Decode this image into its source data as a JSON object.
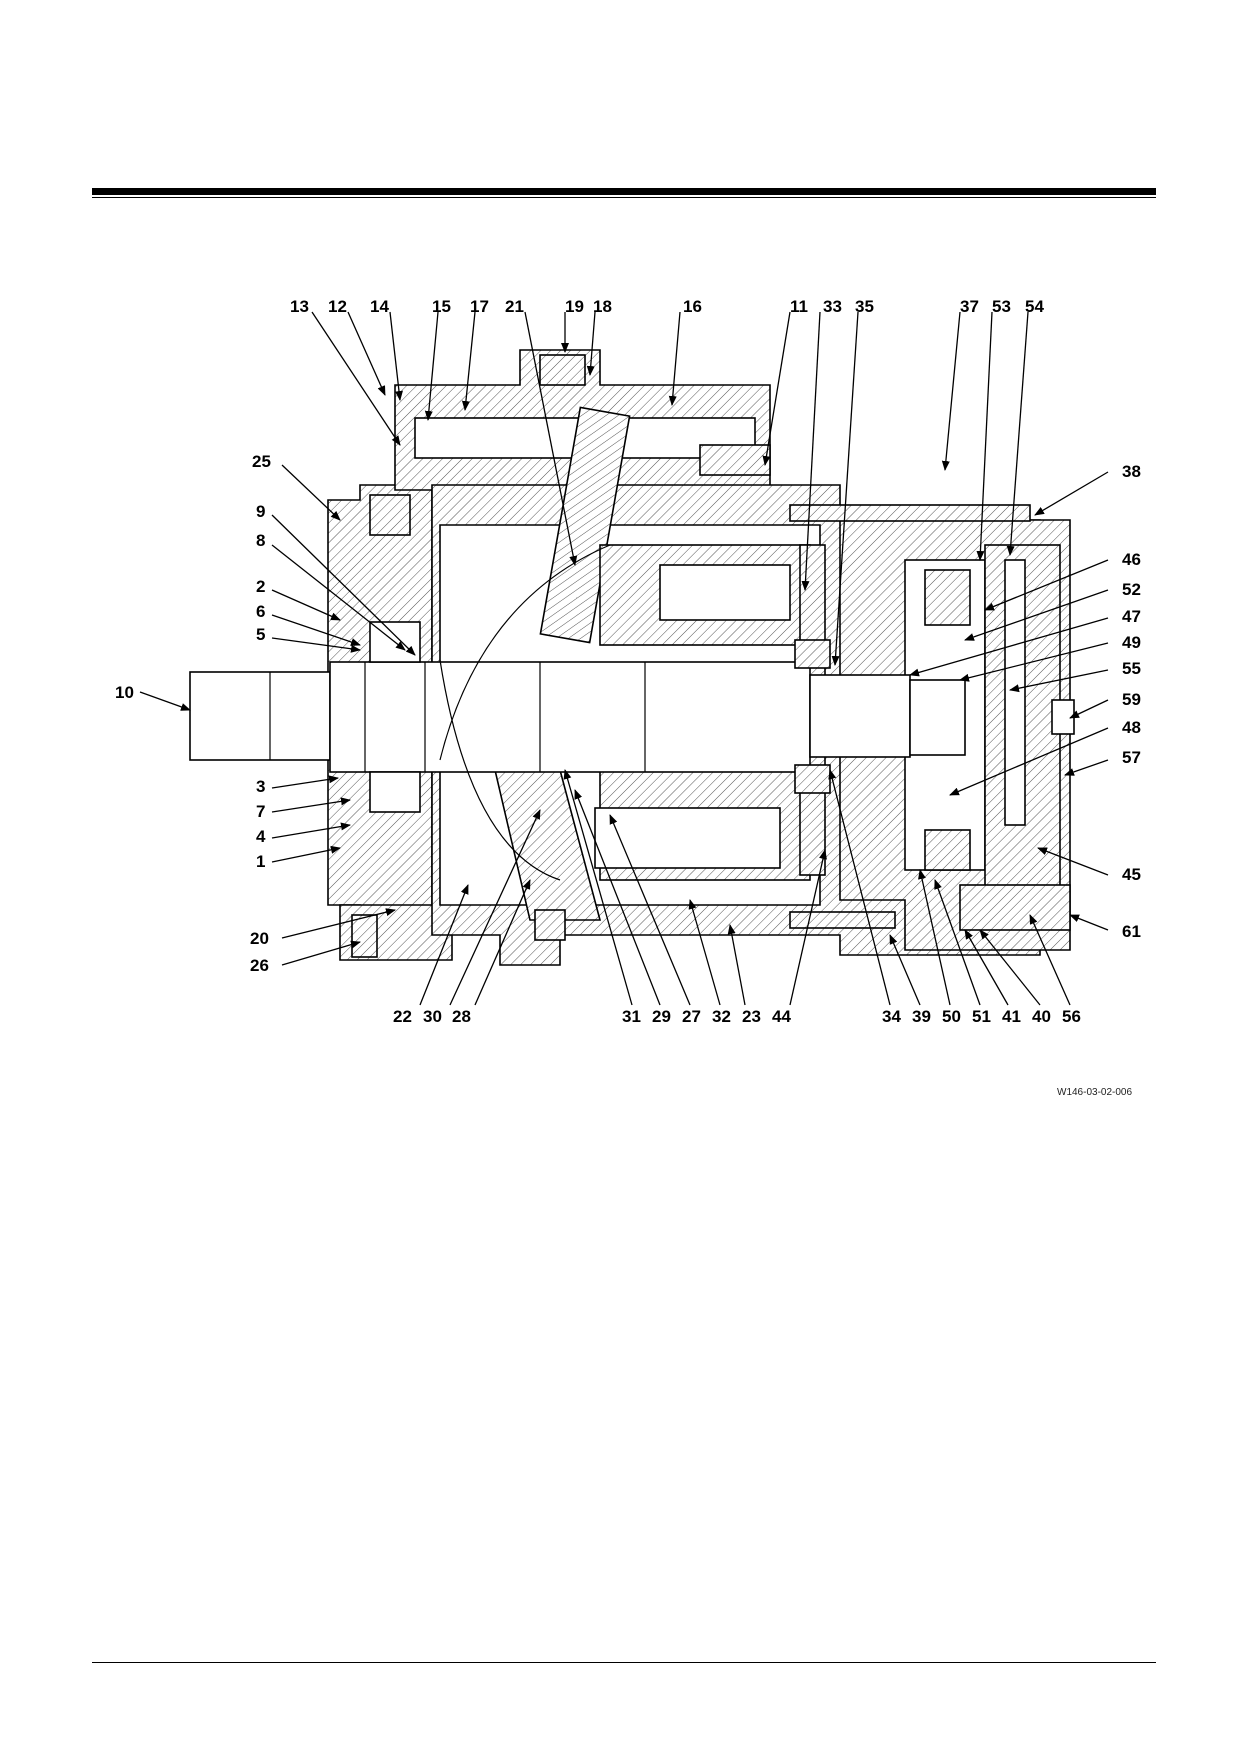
{
  "figure_code": "W146-03-02-006",
  "callouts": [
    {
      "id": "13",
      "text": "13"
    },
    {
      "id": "12",
      "text": "12"
    },
    {
      "id": "14",
      "text": "14"
    },
    {
      "id": "15",
      "text": "15"
    },
    {
      "id": "17",
      "text": "17"
    },
    {
      "id": "21",
      "text": "21"
    },
    {
      "id": "19",
      "text": "19"
    },
    {
      "id": "18",
      "text": "18"
    },
    {
      "id": "16",
      "text": "16"
    },
    {
      "id": "11",
      "text": "11"
    },
    {
      "id": "33",
      "text": "33"
    },
    {
      "id": "35",
      "text": "35"
    },
    {
      "id": "37",
      "text": "37"
    },
    {
      "id": "53",
      "text": "53"
    },
    {
      "id": "54",
      "text": "54"
    },
    {
      "id": "25",
      "text": "25"
    },
    {
      "id": "38",
      "text": "38"
    },
    {
      "id": "9",
      "text": "9"
    },
    {
      "id": "8",
      "text": "8"
    },
    {
      "id": "46",
      "text": "46"
    },
    {
      "id": "2",
      "text": "2"
    },
    {
      "id": "52",
      "text": "52"
    },
    {
      "id": "6",
      "text": "6"
    },
    {
      "id": "47",
      "text": "47"
    },
    {
      "id": "5",
      "text": "5"
    },
    {
      "id": "49",
      "text": "49"
    },
    {
      "id": "55",
      "text": "55"
    },
    {
      "id": "10",
      "text": "10"
    },
    {
      "id": "59",
      "text": "59"
    },
    {
      "id": "48",
      "text": "48"
    },
    {
      "id": "3",
      "text": "3"
    },
    {
      "id": "57",
      "text": "57"
    },
    {
      "id": "7",
      "text": "7"
    },
    {
      "id": "4",
      "text": "4"
    },
    {
      "id": "1",
      "text": "1"
    },
    {
      "id": "45",
      "text": "45"
    },
    {
      "id": "20",
      "text": "20"
    },
    {
      "id": "61",
      "text": "61"
    },
    {
      "id": "26",
      "text": "26"
    },
    {
      "id": "22",
      "text": "22"
    },
    {
      "id": "30",
      "text": "30"
    },
    {
      "id": "28",
      "text": "28"
    },
    {
      "id": "31",
      "text": "31"
    },
    {
      "id": "29",
      "text": "29"
    },
    {
      "id": "27",
      "text": "27"
    },
    {
      "id": "32",
      "text": "32"
    },
    {
      "id": "23",
      "text": "23"
    },
    {
      "id": "44",
      "text": "44"
    },
    {
      "id": "34",
      "text": "34"
    },
    {
      "id": "39",
      "text": "39"
    },
    {
      "id": "50",
      "text": "50"
    },
    {
      "id": "51",
      "text": "51"
    },
    {
      "id": "41",
      "text": "41"
    },
    {
      "id": "40",
      "text": "40"
    },
    {
      "id": "56",
      "text": "56"
    }
  ]
}
